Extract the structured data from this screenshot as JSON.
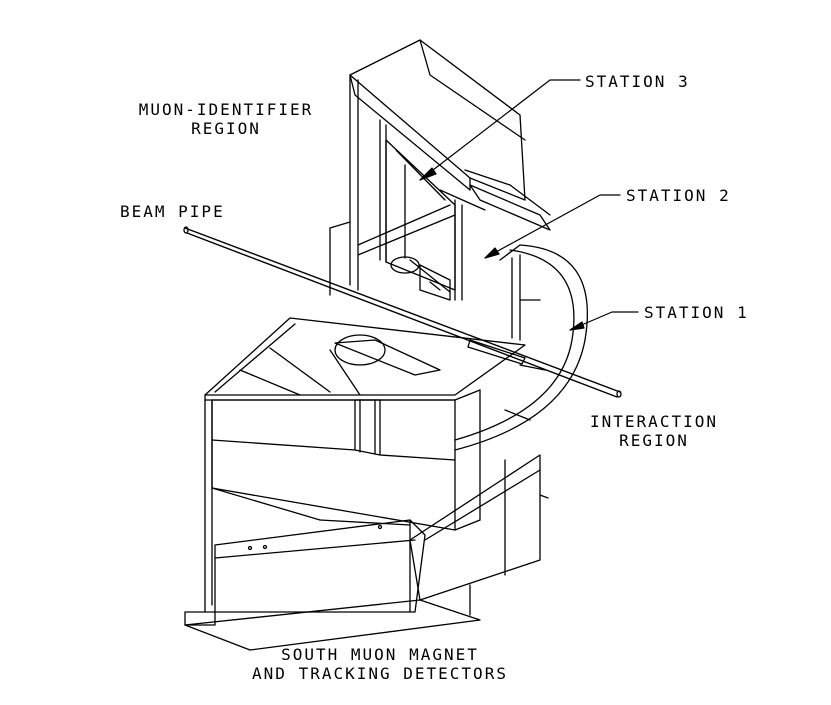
{
  "labels": {
    "muon_identifier_line1": "MUON-IDENTIFIER",
    "muon_identifier_line2": "REGION",
    "station_3": "STATION 3",
    "station_2": "STATION 2",
    "station_1": "STATION 1",
    "beam_pipe": "BEAM PIPE",
    "interaction_line1": "INTERACTION",
    "interaction_line2": "REGION"
  },
  "caption": {
    "line1": "SOUTH MUON MAGNET",
    "line2": "AND TRACKING DETECTORS"
  },
  "colors": {
    "ink": "#000000",
    "paper": "#ffffff"
  }
}
